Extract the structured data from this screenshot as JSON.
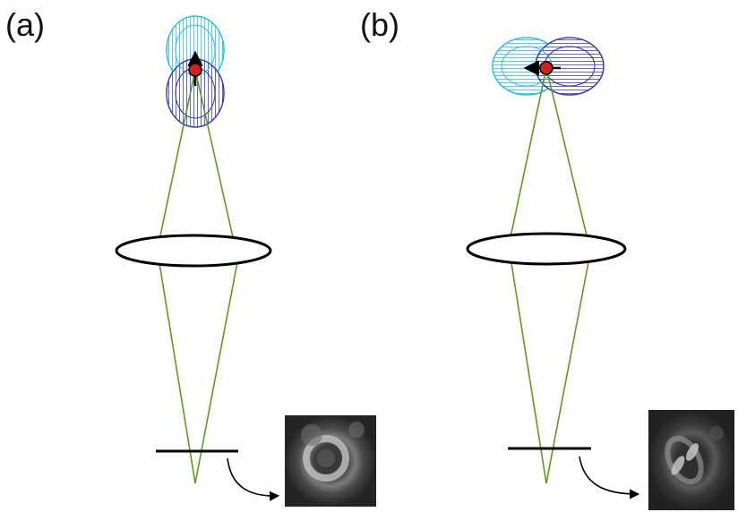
{
  "panels": [
    {
      "label": "(a)",
      "dipole_orientation": "vertical"
    },
    {
      "label": "(b)",
      "dipole_orientation": "horizontal"
    }
  ],
  "colors": {
    "lobe_outer": "#27c1e6",
    "lobe_inner": "#2a2fb0",
    "beam": "#5e9b1c",
    "lens": "#000000",
    "emitter": "#d42020",
    "arrow": "#000000",
    "image_background": "#1c1c1c",
    "image_feature": "#bdbdbd"
  },
  "icons": {
    "emitter": "red-dot-icon",
    "dipole": "double-arrow-icon",
    "image_pointer": "curved-arrow-icon"
  }
}
